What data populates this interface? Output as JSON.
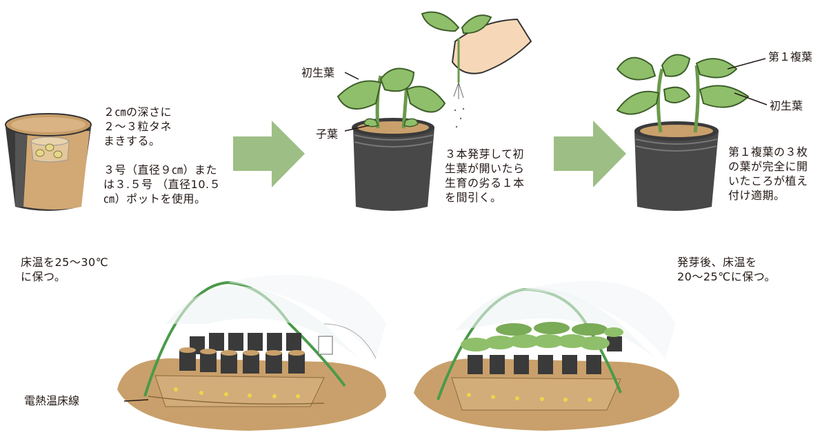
{
  "step1": {
    "line1": "２㎝の深さに",
    "line2": "２〜３粒タネ",
    "line3": "まきする。",
    "pot_line1": "３号（直径９㎝）また",
    "pot_line2": "は３.５号 （直径10.５",
    "pot_line3": "㎝）ポットを使用。"
  },
  "step2": {
    "label_shoyou": "初生葉",
    "label_shiyou": "子葉",
    "line1": "３本発芽して初",
    "line2": "生葉が開いたら",
    "line3": "生育の劣る１本",
    "line4": "を間引く。"
  },
  "step3": {
    "label_fukuyou": "第１複葉",
    "label_shoyou": "初生葉",
    "line1": "第１複葉の３枚",
    "line2": "の葉が完全に開",
    "line3": "いたころが植え",
    "line4": "付け適期。"
  },
  "bed_left": {
    "line1": "床温を25〜30℃",
    "line2": "に保つ。",
    "cable_label": "電熱温床線"
  },
  "bed_right": {
    "line1": "発芽後、床温を",
    "line2": "20〜25℃に保つ。"
  },
  "colors": {
    "arrow": "#9dbf85",
    "soil": "#c9a06b",
    "pot": "#4a4a4a",
    "leaf": "#8fbf6a",
    "hoop": "#4a9a4a"
  }
}
